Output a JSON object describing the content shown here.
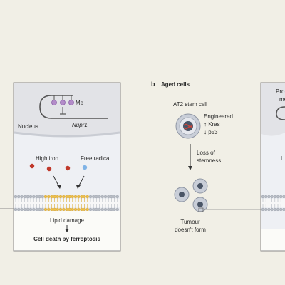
{
  "panel_a": {
    "me_label": "Me",
    "gene_label": "Nupr1",
    "nucleus_label": "Nucleus",
    "iron_label": "High iron",
    "radical_label": "Free radical",
    "damage_label": "Lipid damage",
    "death_label": "Cell death by ferroptosis"
  },
  "panel_b": {
    "letter": "b",
    "title": "Aged cells",
    "stem_cell_label": "AT2 stem cell",
    "engineered_label": "Engineered",
    "kras_label": "↑ Kras",
    "p53_label": "↓ p53",
    "loss_label_1": "Loss of",
    "loss_label_2": "stemness",
    "tumour_label_1": "Tumour",
    "tumour_label_2": "doesn't form"
  },
  "panel_c_partial": {
    "cut_label_1": "Pro",
    "cut_label_2": "me",
    "cut_label_3": "L"
  },
  "colors": {
    "background": "#f1efe6",
    "panel_border": "#8a8a8a",
    "nucleus": "#e2e3e7",
    "cell": "#eef0f4",
    "membrane_head": "#b9bec6",
    "damaged_lipid": "#f0c24a",
    "iron_dot": "#c0392b",
    "radical_dot": "#7fb3e6",
    "methyl": "#b38cc9"
  }
}
